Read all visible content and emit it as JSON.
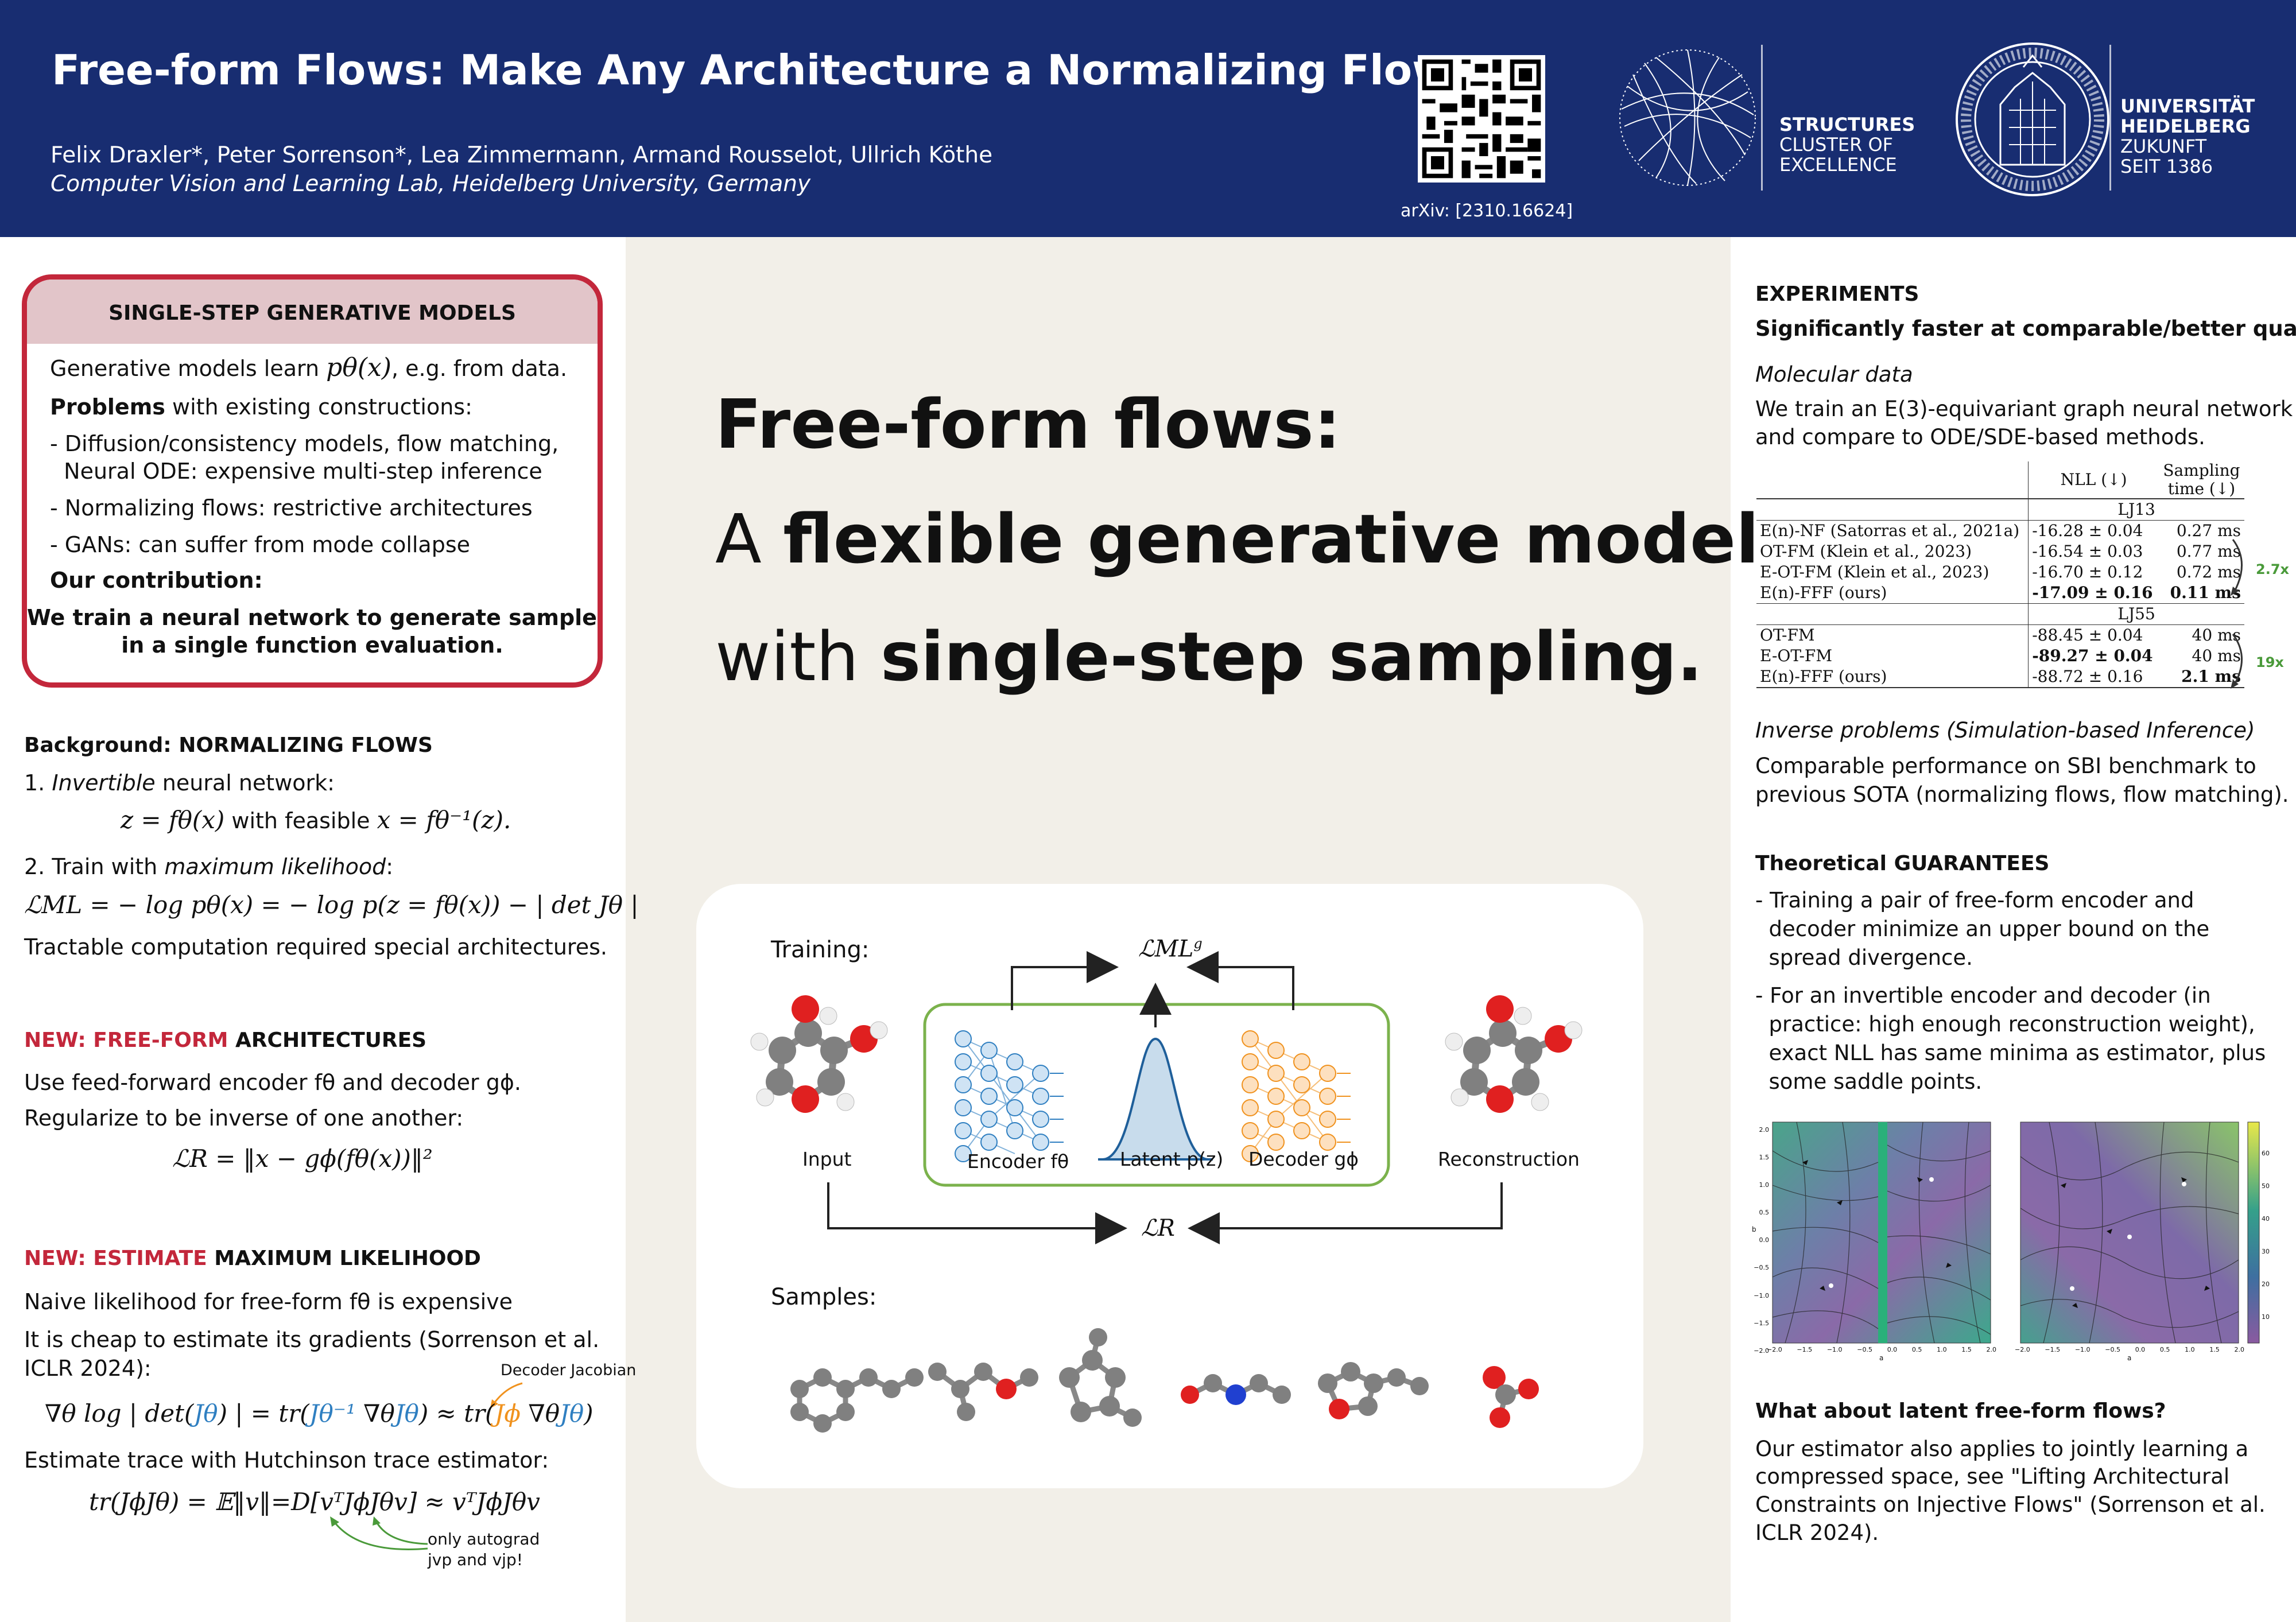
{
  "header": {
    "title": "Free-form Flows: Make Any Architecture a Normalizing Flow",
    "authors": "Felix Draxler*, Peter Sorrenson*, Lea Zimmermann, Armand Rousselot, Ullrich Köthe",
    "affiliation": "Computer Vision and Learning Lab, Heidelberg University, Germany",
    "arxiv": "arXiv: [2310.16624]",
    "structures_logo": {
      "line1": "STRUCTURES",
      "line2": "CLUSTER OF",
      "line3": "EXCELLENCE"
    },
    "heidelberg_logo": {
      "line1": "UNIVERSITÄT",
      "line2": "HEIDELBERG",
      "line3": "ZUKUNFT",
      "line4": "SEIT 1386"
    },
    "colors": {
      "header_bg": "#182d71",
      "accent_red": "#c3273b"
    }
  },
  "single_step": {
    "title": "SINGLE-STEP GENERATIVE MODELS",
    "intro_a": "Generative models learn",
    "intro_math": "pθ(x)",
    "intro_b": ", e.g. from data.",
    "problems_bold": "Problems",
    "problems_rest": " with existing constructions:",
    "items": [
      "- Diffusion/consistency models, flow matching,",
      "  Neural ODE: expensive multi-step inference",
      "- Normalizing flows: restrictive architectures",
      "- GANs: can suffer from mode collapse"
    ],
    "contribution_label": "Our contribution:",
    "contribution_line1": "We train a neural network to generate samples",
    "contribution_line2": "in a single function evaluation."
  },
  "background": {
    "title_a": "Background: ",
    "title_b": "NORMALIZING FLOWS",
    "step1_num": "1.",
    "step1_italic": "Invertible",
    "step1_rest": " neural network:",
    "eq1_a": "z = fθ(x)",
    "eq1_mid": " with feasible ",
    "eq1_b": "x = fθ⁻¹(z).",
    "step2_num": "2.",
    "step2_a": "Train with ",
    "step2_italic": "maximum likelihood",
    "step2_b": ":",
    "eq2": "ℒML = − log pθ(x) = − log p(z = fθ(x)) − | det Jθ |",
    "note": "Tractable computation required special architectures."
  },
  "freeform": {
    "title_red": "NEW: FREE-FORM",
    "title_black": " ARCHITECTURES",
    "line1": "Use feed-forward encoder fθ and decoder gϕ.",
    "line2": "Regularize to be inverse of one another:",
    "eq": "ℒR = ‖x − gϕ(fθ(x))‖²"
  },
  "estimate": {
    "title_red": "NEW: ESTIMATE",
    "title_black": " MAXIMUM LIKELIHOOD",
    "line1": "Naive likelihood for free-form fθ is expensive",
    "line2": "It is cheap to estimate its gradients (Sorrenson et al.",
    "line3": "ICLR 2024):",
    "decoder_jacobian": "Decoder Jacobian",
    "grad_eq_a": "∇θ log | det(",
    "grad_eq_jt": "Jθ",
    "grad_eq_b": ") | = tr(",
    "grad_eq_jinv": "Jθ⁻¹",
    "grad_eq_c": " ∇θ",
    "grad_eq_jt2": "Jθ",
    "grad_eq_d": ") ≈ tr(",
    "grad_eq_jphi": "Jϕ",
    "grad_eq_e": " ∇θ",
    "grad_eq_jt3": "Jθ",
    "grad_eq_f": ")",
    "line4": "Estimate trace with Hutchinson trace estimator:",
    "trace_eq": "tr(JϕJθ) = 𝔼‖v‖=D[vᵀJϕJθv] ≈ vᵀJϕJθv",
    "autograd1": "only autograd",
    "autograd2": "jvp and vjp!"
  },
  "center": {
    "big_line1": "Free-form flows:",
    "big_line2_a": "A ",
    "big_line2_b": "flexible generative model",
    "big_line3_a": "with ",
    "big_line3_b": "single-step sampling.",
    "figure": {
      "training_label": "Training:",
      "lml": "ℒML",
      "lml_sup": "g",
      "lr": "ℒR",
      "input_label": "Input",
      "encoder_label": "Encoder fθ",
      "latent_label": "Latent p(z)",
      "decoder_label": "Decoder gϕ",
      "reconstruction_label": "Reconstruction",
      "samples_label": "Samples:"
    }
  },
  "experiments": {
    "title": "EXPERIMENTS",
    "subtitle_bold": "Significantly faster at comparable/better quality",
    "subtitle_dot": ".",
    "molecular_title": "Molecular data",
    "molecular_line1": "We train an E(3)-equivariant graph neural network",
    "molecular_line2": "and compare to ODE/SDE-based methods.",
    "table": {
      "col_nll": "NLL (↓)",
      "col_time1": "Sampling",
      "col_time2": "time (↓)",
      "group1": "LJ13",
      "rows1": [
        {
          "method": "E(n)-NF (Satorras et al., 2021a)",
          "nll": "-16.28 ± 0.04",
          "time": "0.27 ms"
        },
        {
          "method": "OT-FM (Klein et al., 2023)",
          "nll": "-16.54 ± 0.03",
          "time": "0.77 ms"
        },
        {
          "method": "E-OT-FM (Klein et al., 2023)",
          "nll": "-16.70 ± 0.12",
          "time": "0.72 ms"
        },
        {
          "method": "E(n)-FFF (ours)",
          "nll": "-17.09 ± 0.16",
          "time": "0.11 ms"
        }
      ],
      "group2": "LJ55",
      "rows2": [
        {
          "method": "OT-FM",
          "nll": "-88.45 ± 0.04",
          "time": "40 ms"
        },
        {
          "method": "E-OT-FM",
          "nll": "-89.27 ± 0.04",
          "time": "40 ms"
        },
        {
          "method": "E(n)-FFF (ours)",
          "nll": "-88.72 ± 0.16",
          "time": "2.1 ms"
        }
      ],
      "speedup1": "2.7x",
      "speedup2": "19x"
    },
    "inverse_title": "Inverse problems (Simulation-based Inference)",
    "inverse_line1": "Comparable performance on SBI benchmark to",
    "inverse_line2": "previous SOTA (normalizing flows, flow matching)."
  },
  "guarantees": {
    "title_a": "Theoretical ",
    "title_b": "GUARANTEES",
    "lines": [
      "- Training a pair of free-form encoder and",
      "  decoder minimize an upper bound on the",
      "  spread divergence.",
      "- For an invertible encoder and decoder (in",
      "  practice: high enough reconstruction weight),",
      "  exact NLL has same minima as estimator, plus",
      "  some saddle points."
    ],
    "plot": {
      "yticks": [
        "2.0",
        "1.5",
        "1.0",
        "0.5",
        "0.0",
        "−0.5",
        "−1.0",
        "−1.5",
        "−2.0"
      ],
      "xticks": [
        "−2.0",
        "−1.5",
        "−1.0",
        "−0.5",
        "0.0",
        "0.5",
        "1.0",
        "1.5",
        "2.0"
      ],
      "xlabel": "a",
      "ylabel": "b",
      "cbar_ticks": [
        "60",
        "50",
        "40",
        "30",
        "20",
        "10"
      ]
    }
  },
  "latent": {
    "title": "What about latent free-form flows?",
    "lines": [
      "Our estimator also applies to jointly learning a",
      "compressed space, see \"Lifting Architectural",
      "Constraints on Injective Flows\" (Sorrenson et al.",
      "ICLR 2024)."
    ]
  }
}
